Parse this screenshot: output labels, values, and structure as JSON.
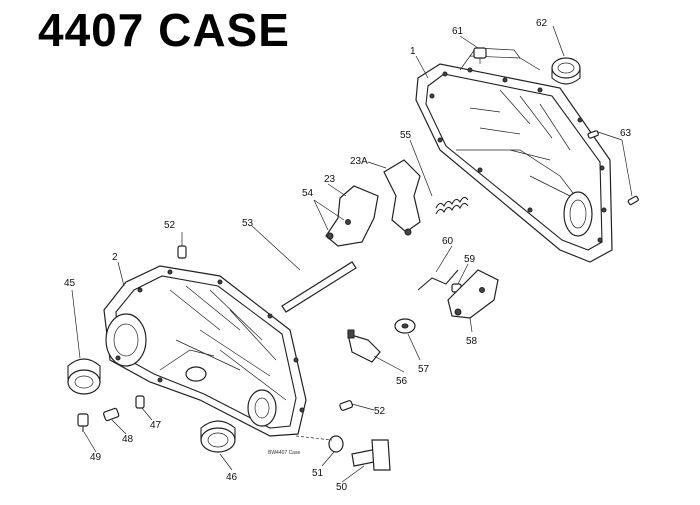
{
  "title": "4407 CASE",
  "caption": "BW4407 Case",
  "callouts": {
    "c1": "1",
    "c2": "2",
    "c23": "23",
    "c23a": "23A",
    "c45": "45",
    "c46": "46",
    "c47": "47",
    "c48": "48",
    "c49": "49",
    "c50": "50",
    "c51": "51",
    "c52a": "52",
    "c52b": "52",
    "c53": "53",
    "c54": "54",
    "c55": "55",
    "c56": "56",
    "c57": "57",
    "c58": "58",
    "c59": "59",
    "c60": "60",
    "c61": "61",
    "c62": "62",
    "c63": "63"
  }
}
